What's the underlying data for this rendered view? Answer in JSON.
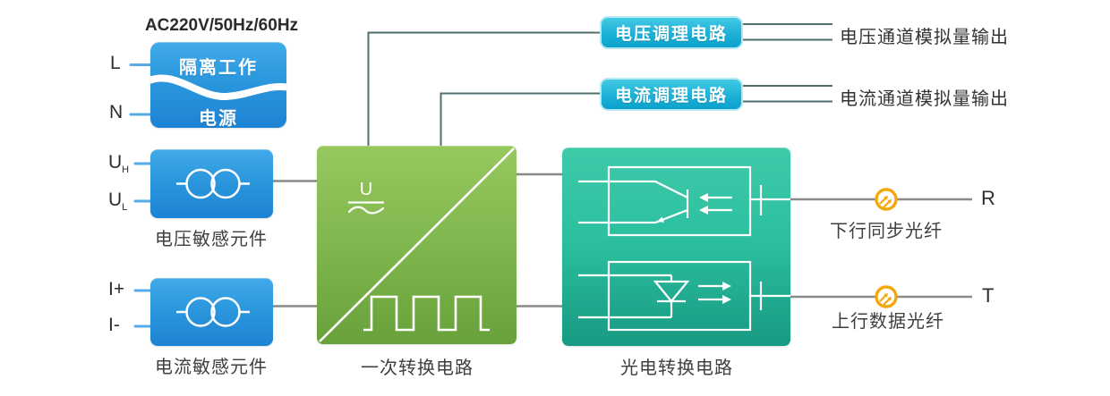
{
  "title": "AC220V/50Hz/60Hz",
  "power_module": {
    "label_top": "隔离工作",
    "label_bottom": "电源",
    "terminal_l": "L",
    "terminal_n": "N"
  },
  "voltage_sensor": {
    "label": "电压敏感元件",
    "terminal_top": {
      "main": "U",
      "sub": "H"
    },
    "terminal_bottom": {
      "main": "U",
      "sub": "L"
    }
  },
  "current_sensor": {
    "label": "电流敏感元件",
    "terminal_top": "I+",
    "terminal_bottom": "I-"
  },
  "primary_converter": {
    "label": "一次转换电路",
    "ac_symbol": "U"
  },
  "photoelectric_converter": {
    "label": "光电转换电路"
  },
  "signal_conditioning": {
    "voltage_box_label": "电压调理电路",
    "current_box_label": "电流调理电路",
    "voltage_output_label": "电压通道模拟量输出",
    "current_output_label": "电流通道模拟量输出"
  },
  "fiber_outputs": {
    "downlink": {
      "label": "下行同步光纤",
      "terminal": "R"
    },
    "uplink": {
      "label": "上行数据光纤",
      "terminal": "T"
    }
  },
  "colors": {
    "module_blue": "#2b97dd",
    "converter_green": "#7db54c",
    "converter_teal": "#2cc0a0",
    "conditioning_cyan": "#1db1d6",
    "fiber_yellow": "#f3a70a",
    "connector_gray": "#8a8a8a",
    "connector_dark_teal": "#4b706e",
    "input_line_blue": "#58abe6"
  }
}
